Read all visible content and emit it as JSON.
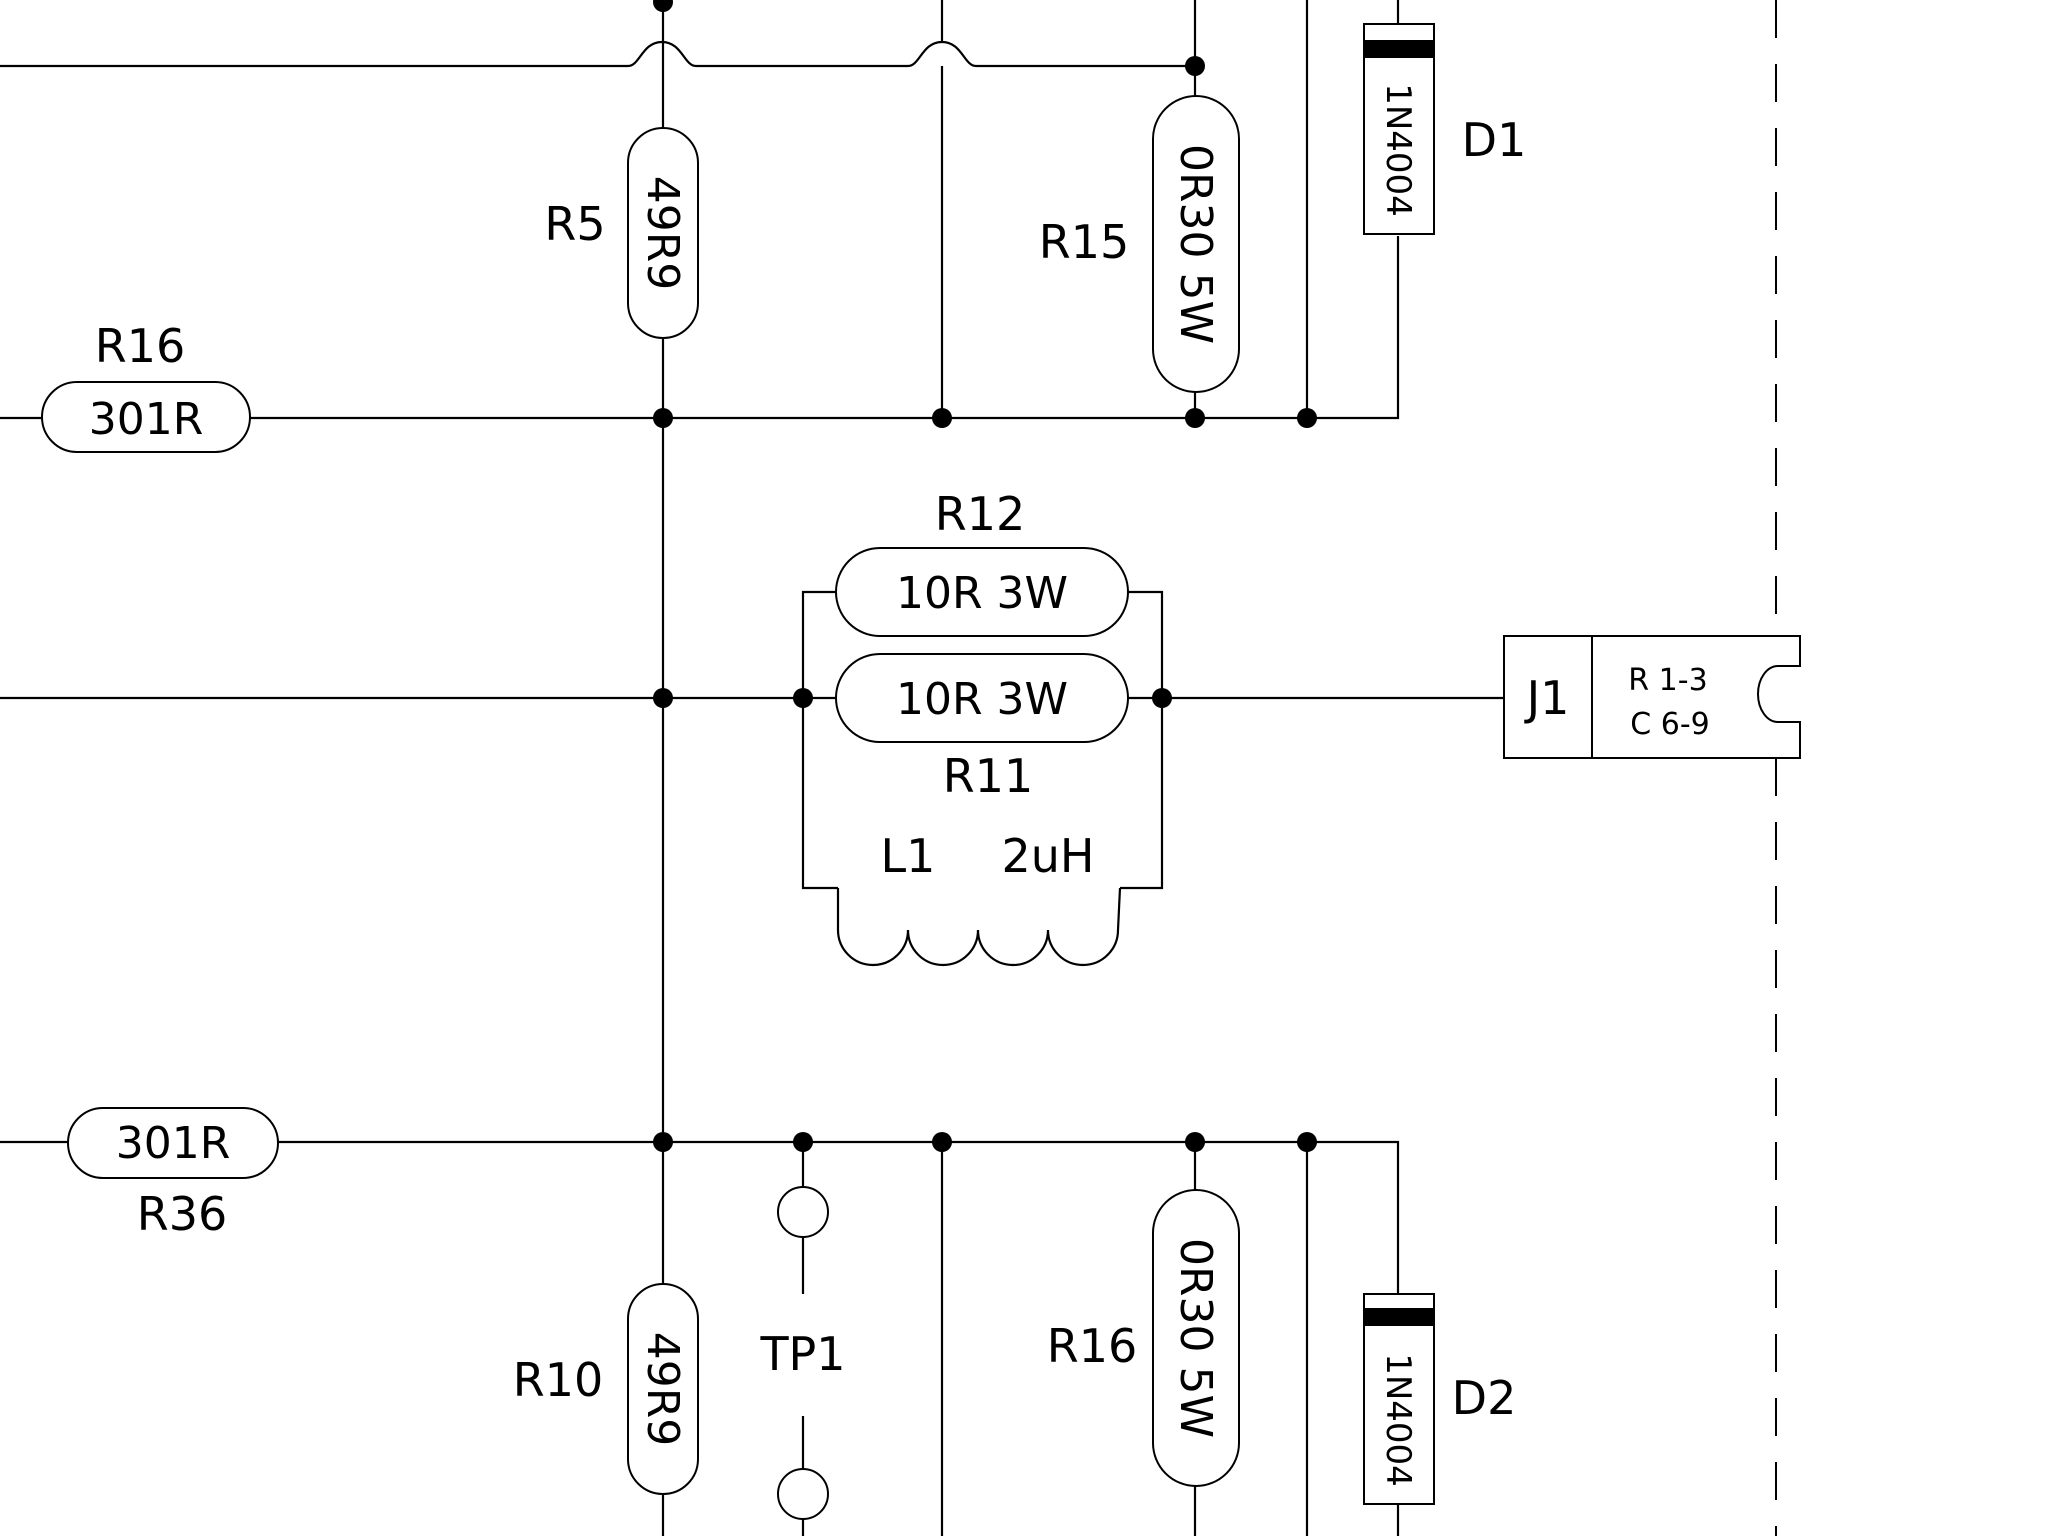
{
  "diagram": {
    "type": "electronic-schematic",
    "colors": {
      "ink": "#000000",
      "background": "#ffffff"
    },
    "components": {
      "r16_top": {
        "ref": "R16",
        "value": "301R"
      },
      "r36": {
        "ref": "R36",
        "value": "301R"
      },
      "r5": {
        "ref": "R5",
        "value": "49R9"
      },
      "r10": {
        "ref": "R10",
        "value": "49R9"
      },
      "r15": {
        "ref": "R15",
        "value": "0R30 5W"
      },
      "r16_bottom": {
        "ref": "R16",
        "value": "0R30 5W"
      },
      "r12": {
        "ref": "R12",
        "value": "10R 3W"
      },
      "r11": {
        "ref": "R11",
        "value": "10R 3W"
      },
      "l1": {
        "ref": "L1",
        "value": "2uH"
      },
      "d1": {
        "ref": "D1",
        "value": "1N4004"
      },
      "d2": {
        "ref": "D2",
        "value": "1N4004"
      },
      "j1": {
        "ref": "J1",
        "line1": "R 1-3",
        "line2": "C 6-9"
      },
      "tp1": {
        "ref": "TP1"
      }
    }
  }
}
